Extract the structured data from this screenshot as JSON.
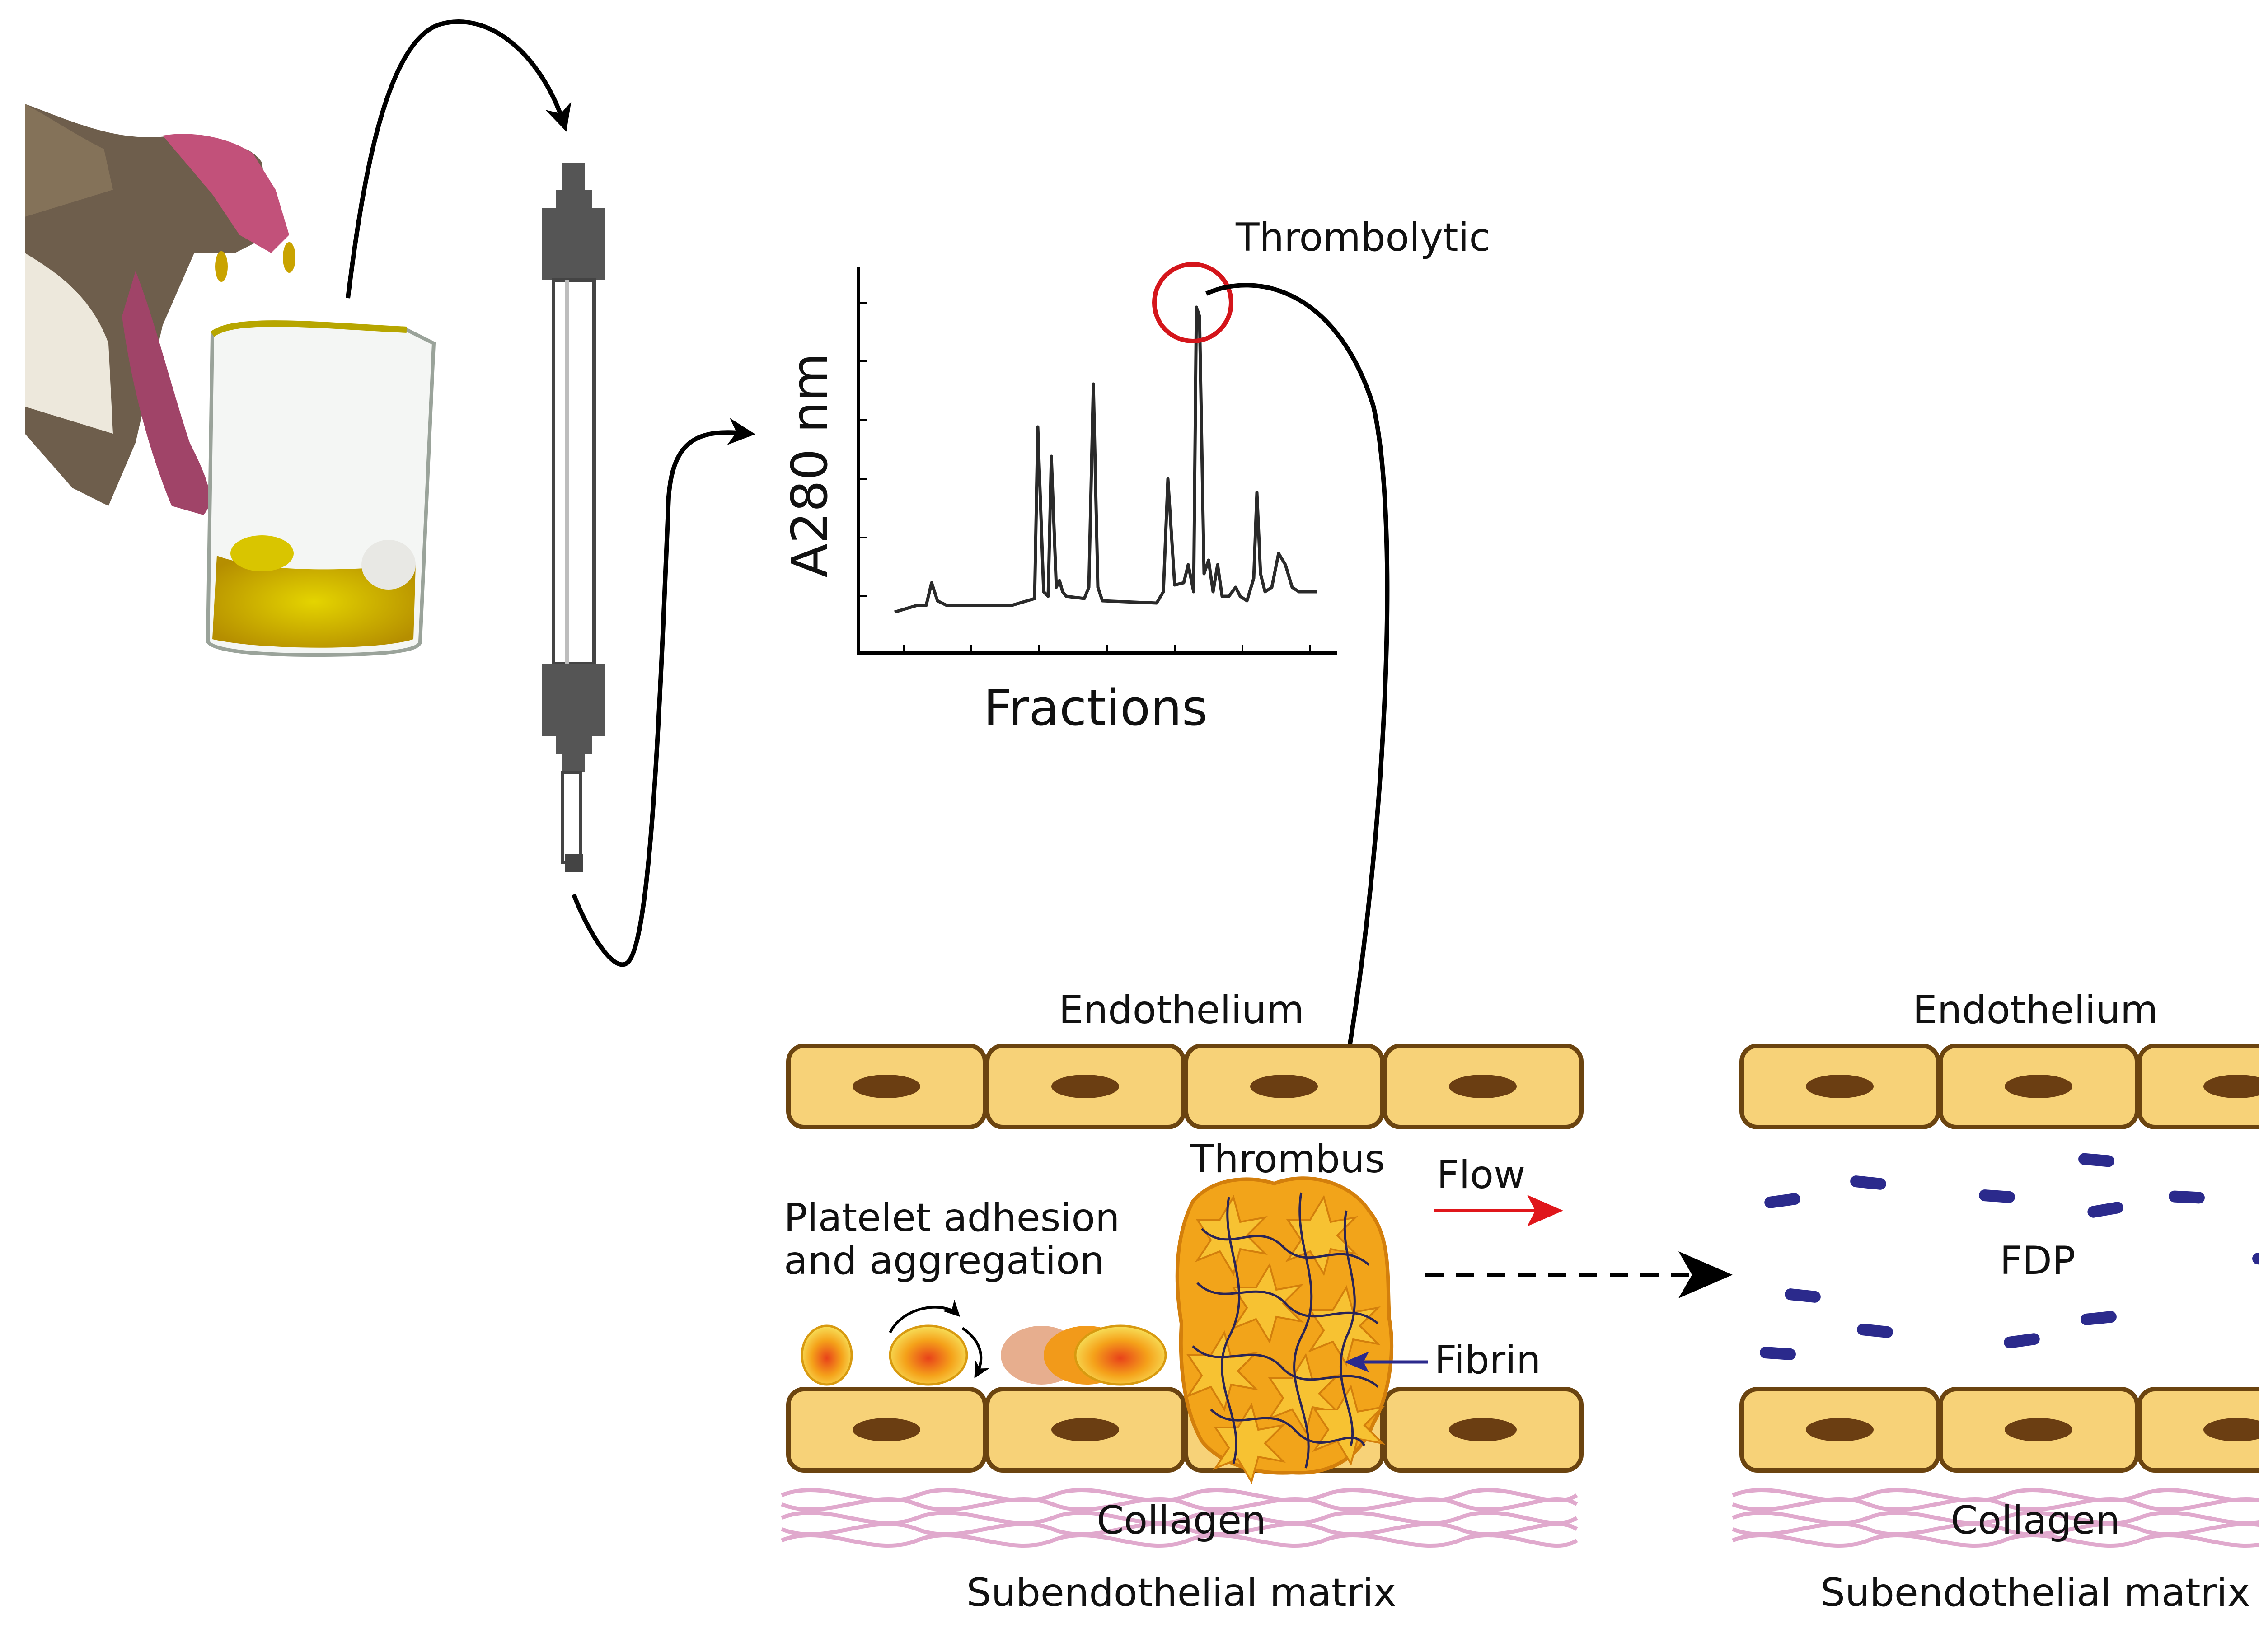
{
  "chromatogram": {
    "ylabel": "A280 nm",
    "xlabel": "Fractions",
    "peak_label": "Thrombolytic"
  },
  "left_vessel": {
    "endothelium": "Endothelium",
    "thrombus": "Thrombus",
    "flow": "Flow",
    "platelet_line1": "Platelet adhesion",
    "platelet_line2": "and aggregation",
    "fibrin": "Fibrin",
    "collagen": "Collagen",
    "matrix": "Subendothelial matrix"
  },
  "right_vessel": {
    "endothelium": "Endothelium",
    "fdp": "FDP",
    "collagen": "Collagen",
    "matrix": "Subendothelial matrix"
  },
  "colors": {
    "cell_fill": "#F7D278",
    "cell_stroke": "#6B4410",
    "nucleus": "#6B3E12",
    "collagen": "#DDA0C8",
    "thrombus": "#F2A41A",
    "fibrin_arrow": "#2B2A8C",
    "fdp": "#2B2A8C",
    "flow_arrow": "#E0161B",
    "peak_circle": "#D4151B",
    "column": "#555555",
    "venom": "#D2B400"
  }
}
